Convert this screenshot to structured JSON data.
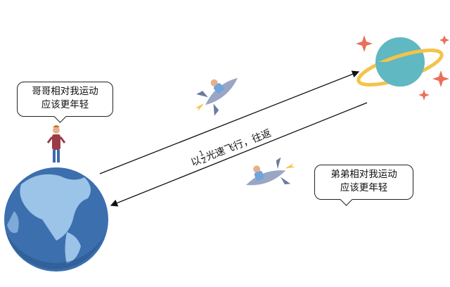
{
  "bubbles": {
    "elder": {
      "line1": "哥哥相对我运动",
      "line2": "应该更年轻"
    },
    "younger": {
      "line1": "弟弟相对我运动",
      "line2": "应该更年轻"
    }
  },
  "motion_label": {
    "prefix": "以",
    "numerator": "1",
    "denominator": "2",
    "suffix": "光速飞行，往返"
  },
  "colors": {
    "earth_ocean": "#3b6fae",
    "earth_land": "#9cc3e8",
    "planet": "#5fb8c2",
    "ring": "#f3c449",
    "star": "#e8705a",
    "rocket": "#9aa6c4"
  }
}
